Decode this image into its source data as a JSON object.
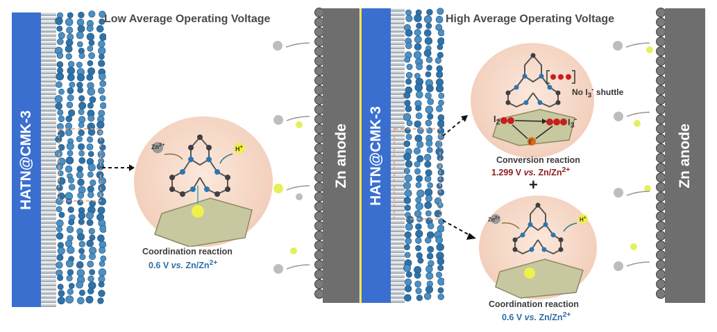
{
  "left_panel": {
    "title": "Low Average Operating Voltage",
    "cathode_label": "HATN@CMK-3",
    "anode_label": "Zn anode",
    "reaction": {
      "name": "Coordination reaction",
      "voltage_prefix": "0.6 V ",
      "voltage_vs": "vs.",
      "voltage_suffix": " Zn/Zn",
      "voltage_sup": "2+"
    },
    "ion_zn": "Zn",
    "ion_zn_sup": "2+",
    "ion_h": "H",
    "ion_h_sup": "+"
  },
  "right_panel": {
    "title": "High Average Operating Voltage",
    "cathode_label": "HATN@CMK-3",
    "anode_label": "Zn anode",
    "conversion": {
      "name": "Conversion reaction",
      "voltage_prefix": "1.299 V ",
      "voltage_vs": "vs.",
      "voltage_suffix": " Zn/Zn",
      "voltage_sup": "2+",
      "shuttle_prefix": "No I",
      "shuttle_sub": "3",
      "shuttle_sup": "-",
      "shuttle_suffix": " shuttle",
      "i2": "I",
      "i2_sub": "2",
      "i3": "I",
      "i3_sub": "3",
      "i3_sup": "-",
      "iminus": "I",
      "iminus_sup": "-"
    },
    "plus": "+",
    "coordination": {
      "name": "Coordination reaction",
      "voltage_prefix": "0.6 V ",
      "voltage_vs": "vs.",
      "voltage_suffix": " Zn/Zn",
      "voltage_sup": "2+"
    },
    "ion_zn": "Zn",
    "ion_zn_sup": "2+",
    "ion_h": "H",
    "ion_h_sup": "+"
  }
}
